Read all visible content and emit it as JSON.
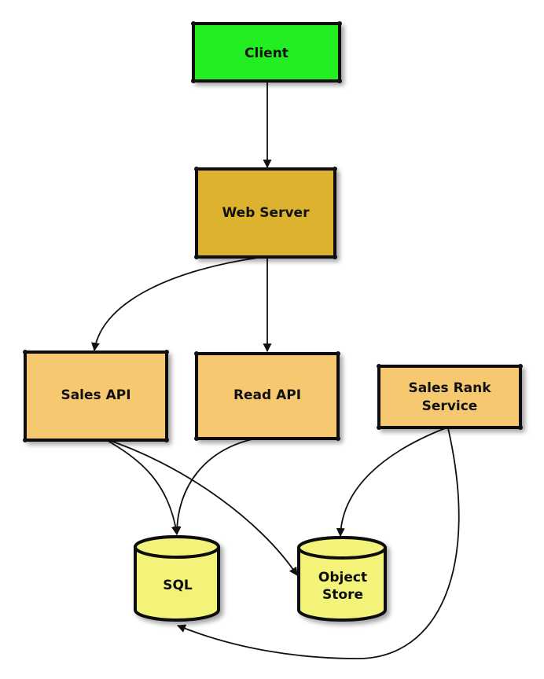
{
  "nodes": {
    "client": {
      "label": "Client",
      "color": "#22ee22"
    },
    "web_server": {
      "label": "Web Server",
      "color": "#dcb22f"
    },
    "sales_api": {
      "label": "Sales API",
      "color": "#f6c86f"
    },
    "read_api": {
      "label": "Read API",
      "color": "#f6c86f"
    },
    "sales_rank_service": {
      "label_line1": "Sales Rank",
      "label_line2": "Service",
      "color": "#f6c86f"
    },
    "sql": {
      "label": "SQL",
      "color": "#f3f37a"
    },
    "object_store": {
      "label_line1": "Object",
      "label_line2": "Store",
      "color": "#f3f37a"
    }
  },
  "edges": [
    {
      "from": "Client",
      "to": "Web Server"
    },
    {
      "from": "Web Server",
      "to": "Sales API"
    },
    {
      "from": "Web Server",
      "to": "Read API"
    },
    {
      "from": "Sales API",
      "to": "SQL"
    },
    {
      "from": "Sales API",
      "to": "Object Store"
    },
    {
      "from": "Read API",
      "to": "SQL"
    },
    {
      "from": "Sales Rank Service",
      "to": "Object Store"
    },
    {
      "from": "Sales Rank Service",
      "to": "SQL"
    }
  ]
}
